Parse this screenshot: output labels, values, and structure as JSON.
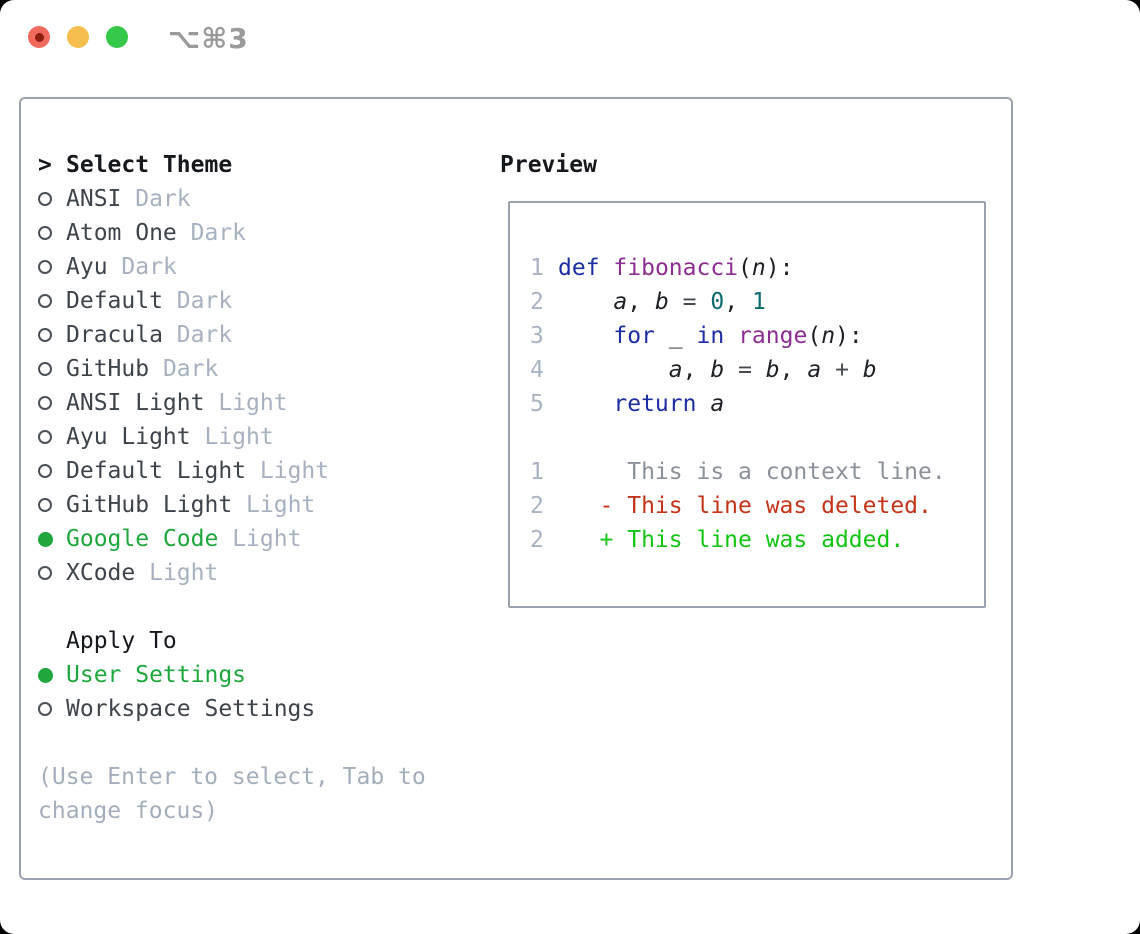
{
  "window": {
    "title": "⌥⌘3"
  },
  "colors": {
    "accent_green": "#1fa63c",
    "border_gray": "#9aa3ae",
    "muted_gray": "#a7b1bf",
    "keyword_blue": "#1d2da3",
    "function_purple": "#8c2d91",
    "literal_teal": "#0d6a6d",
    "diff_red": "#c43419",
    "diff_green": "#13c413",
    "traffic_red": "#f16a5d",
    "traffic_yellow": "#f6be4f",
    "traffic_green": "#35c84a"
  },
  "theme_picker": {
    "prompt": ">",
    "title": "Select Theme",
    "themes": [
      {
        "name": "ANSI",
        "variant": "Dark",
        "selected": false
      },
      {
        "name": "Atom One",
        "variant": "Dark",
        "selected": false
      },
      {
        "name": "Ayu",
        "variant": "Dark",
        "selected": false
      },
      {
        "name": "Default",
        "variant": "Dark",
        "selected": false
      },
      {
        "name": "Dracula",
        "variant": "Dark",
        "selected": false
      },
      {
        "name": "GitHub",
        "variant": "Dark",
        "selected": false
      },
      {
        "name": "ANSI Light",
        "variant": "Light",
        "selected": false
      },
      {
        "name": "Ayu Light",
        "variant": "Light",
        "selected": false
      },
      {
        "name": "Default Light",
        "variant": "Light",
        "selected": false
      },
      {
        "name": "GitHub Light",
        "variant": "Light",
        "selected": false
      },
      {
        "name": "Google Code",
        "variant": "Light",
        "selected": true
      },
      {
        "name": "XCode",
        "variant": "Light",
        "selected": false
      }
    ],
    "apply_to": {
      "title": "Apply To",
      "options": [
        {
          "label": "User Settings",
          "selected": true
        },
        {
          "label": "Workspace Settings",
          "selected": false
        }
      ]
    },
    "help_line1": "(Use Enter to select, Tab to",
    "help_line2": "change focus)"
  },
  "preview": {
    "title": "Preview",
    "lines": [
      {
        "n": "1",
        "t": [
          [
            "kw",
            "def"
          ],
          [
            "pl",
            " "
          ],
          [
            "fn",
            "fibonacci"
          ],
          [
            "pl",
            "("
          ],
          [
            "va",
            "n"
          ],
          [
            "pl",
            "):"
          ]
        ]
      },
      {
        "n": "2",
        "t": [
          [
            "pl",
            "    "
          ],
          [
            "va",
            "a"
          ],
          [
            "pl",
            ", "
          ],
          [
            "va",
            "b"
          ],
          [
            "pl",
            " "
          ],
          [
            "op",
            "="
          ],
          [
            "pl",
            " "
          ],
          [
            "nu",
            "0"
          ],
          [
            "pl",
            ", "
          ],
          [
            "nu",
            "1"
          ]
        ]
      },
      {
        "n": "3",
        "t": [
          [
            "pl",
            "    "
          ],
          [
            "kw",
            "for"
          ],
          [
            "pl",
            " "
          ],
          [
            "va",
            "_"
          ],
          [
            "pl",
            " "
          ],
          [
            "kw",
            "in"
          ],
          [
            "pl",
            " "
          ],
          [
            "fn",
            "range"
          ],
          [
            "pl",
            "("
          ],
          [
            "va",
            "n"
          ],
          [
            "pl",
            "):"
          ]
        ]
      },
      {
        "n": "4",
        "t": [
          [
            "pl",
            "        "
          ],
          [
            "va",
            "a"
          ],
          [
            "pl",
            ", "
          ],
          [
            "va",
            "b"
          ],
          [
            "pl",
            " "
          ],
          [
            "op",
            "="
          ],
          [
            "pl",
            " "
          ],
          [
            "va",
            "b"
          ],
          [
            "pl",
            ", "
          ],
          [
            "va",
            "a"
          ],
          [
            "pl",
            " "
          ],
          [
            "op",
            "+"
          ],
          [
            "pl",
            " "
          ],
          [
            "va",
            "b"
          ]
        ]
      },
      {
        "n": "5",
        "t": [
          [
            "pl",
            "    "
          ],
          [
            "kw",
            "return"
          ],
          [
            "pl",
            " "
          ],
          [
            "va",
            "a"
          ]
        ]
      },
      {
        "n": "",
        "t": []
      },
      {
        "n": "1",
        "t": [
          [
            "ctx",
            "     This is a context line."
          ]
        ]
      },
      {
        "n": "2",
        "t": [
          [
            "del",
            "   - This line was deleted."
          ]
        ]
      },
      {
        "n": "2",
        "t": [
          [
            "add",
            "   + This line was added."
          ]
        ]
      }
    ]
  }
}
